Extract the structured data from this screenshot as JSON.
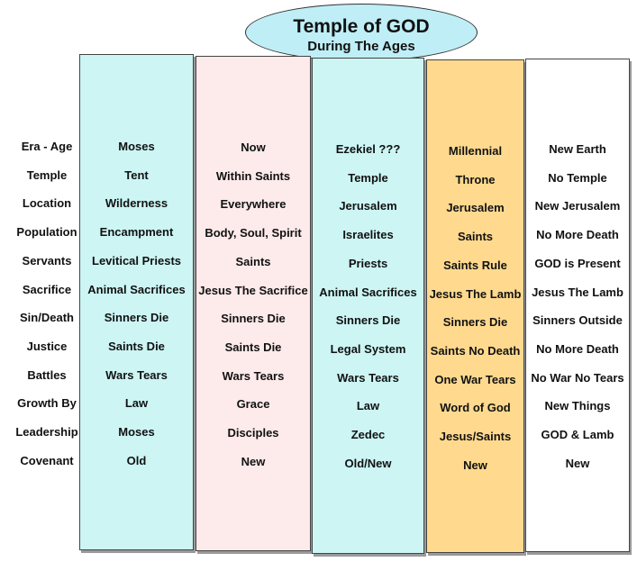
{
  "title": {
    "main": "Temple of GOD",
    "sub": "During The Ages"
  },
  "rows": [
    "Era - Age",
    "Temple",
    "Location",
    "Population",
    "Servants",
    "Sacrifice",
    "Sin/Death",
    "Justice",
    "Battles",
    "Growth By",
    "Leadership",
    "Covenant"
  ],
  "columns": [
    {
      "color": "#ccf5f4",
      "cells": [
        "Moses",
        "Tent",
        "Wilderness",
        "Encampment",
        "Levitical Priests",
        "Animal Sacrifices",
        "Sinners Die",
        "Saints Die",
        "Wars Tears",
        "Law",
        "Moses",
        "Old"
      ]
    },
    {
      "color": "#fdeaea",
      "cells": [
        "Now",
        "Within Saints",
        "Everywhere",
        "Body, Soul, Spirit",
        "Saints",
        "Jesus The Sacrifice",
        "Sinners Die",
        "Saints Die",
        "Wars Tears",
        "Grace",
        "Disciples",
        "New"
      ]
    },
    {
      "color": "#ccf5f4",
      "cells": [
        "Ezekiel ???",
        "Temple",
        "Jerusalem",
        "Israelites",
        "Priests",
        "Animal Sacrifices",
        "Sinners Die",
        "Legal System",
        "Wars Tears",
        "Law",
        "Zedec",
        "Old/New"
      ]
    },
    {
      "color": "#fed98e",
      "cells": [
        "Millennial",
        "Throne",
        "Jerusalem",
        "Saints",
        "Saints Rule",
        "Jesus The Lamb",
        "Sinners Die",
        "Saints No Death",
        "One War Tears",
        "Word of God",
        "Jesus/Saints",
        "New"
      ]
    },
    {
      "color": "#ffffff",
      "cells": [
        "New Earth",
        "No Temple",
        "New Jerusalem",
        "No More Death",
        "GOD is Present",
        "Jesus The Lamb",
        "Sinners Outside",
        "No More Death",
        "No War No Tears",
        "New Things",
        "GOD & Lamb",
        "New"
      ]
    }
  ]
}
